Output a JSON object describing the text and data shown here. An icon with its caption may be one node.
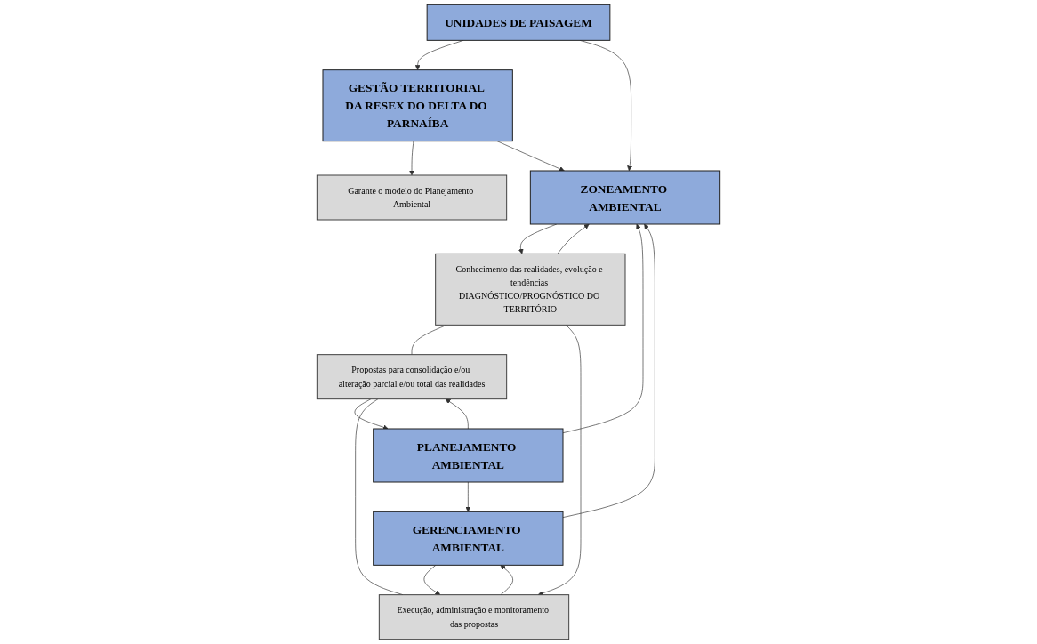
{
  "diagram": {
    "nodes": [
      {
        "text": [
          "UNIDADES DE PAISAGEM"
        ]
      },
      {
        "text": [
          "GESTÃO TERRITORIAL DA RESEX DO DELTA DO PARNAÍBA"
        ]
      },
      {
        "text": [
          "Garante o modelo do Planejamento Ambiental"
        ]
      },
      {
        "text": [
          "ZONEAMENTO AMBIENTAL"
        ]
      },
      {
        "text": [
          "PLANEJAMENTO AMBIENTAL"
        ]
      },
      {
        "text": [
          "GERENCIAMENTO AMBIENTAL"
        ]
      },
      {
        "text": [
          "Conhecimento das realidades, evolução e tendências DIAGNÓSTICO/PROGNÓSTICO DO TERRITÓRIO"
        ]
      },
      {
        "text": [
          "Propostas para consolidação e/ou alteração parcial e/ou total das realidades"
        ]
      },
      {
        "text": [
          "Execução, administração e monitoramento das propostas"
        ]
      }
    ],
    "edges": [
      {
        "from": 0,
        "to": 1,
        "arrow": "to"
      },
      {
        "from": 1,
        "to": 2,
        "arrow": "to"
      },
      {
        "from": 0,
        "to": 3,
        "arrow": "to"
      },
      {
        "from": 1,
        "to": 3,
        "arrow": "to"
      },
      {
        "from": 5,
        "to": 3,
        "arrow": "to"
      },
      {
        "from": 4,
        "to": 3,
        "arrow": "to"
      },
      {
        "from": 4,
        "to": 5,
        "arrow": "to"
      },
      {
        "from": 3,
        "to": 6,
        "arrow": "to"
      },
      {
        "from": 6,
        "to": 3,
        "arrow": "to"
      },
      {
        "from": 4,
        "to": 7,
        "arrow": "to"
      },
      {
        "from": 7,
        "to": 4,
        "arrow": "to"
      },
      {
        "from": 5,
        "to": 8,
        "arrow": "to"
      },
      {
        "from": 8,
        "to": 5,
        "arrow": "to"
      },
      {
        "from": 6,
        "to": 7,
        "arrow": "none"
      },
      {
        "from": 7,
        "to": 8,
        "arrow": "none"
      },
      {
        "from": 6,
        "to": 8,
        "arrow": "to"
      }
    ]
  }
}
